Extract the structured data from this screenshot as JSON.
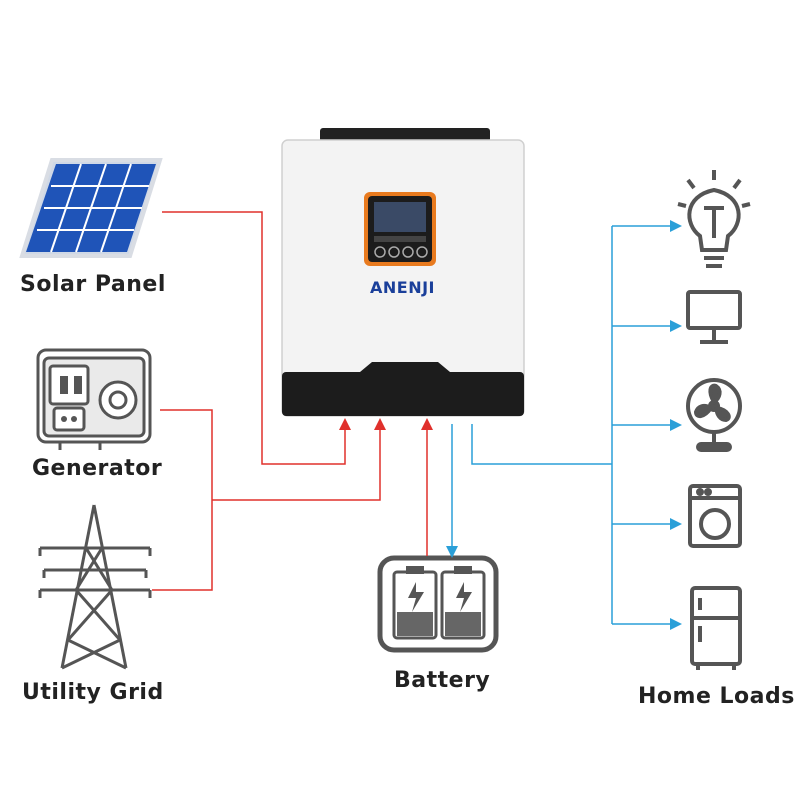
{
  "labels": {
    "solar_panel": "Solar Panel",
    "generator": "Generator",
    "utility_grid": "Utility Grid",
    "battery": "Battery",
    "home_loads": "Home Loads"
  },
  "device": {
    "brand": "ANENJI"
  },
  "colors": {
    "input_line": "#e0302c",
    "output_line": "#2a9fd8",
    "icon_gray": "#555555",
    "solar_blue": "#1f54b8",
    "brand_orange": "#e87a1e",
    "brand_blue": "#1a3f9a"
  },
  "icons": [
    "solar-panel-icon",
    "generator-icon",
    "transmission-tower-icon",
    "battery-icon",
    "light-bulb-icon",
    "monitor-icon",
    "fan-icon",
    "washing-machine-icon",
    "refrigerator-icon"
  ]
}
